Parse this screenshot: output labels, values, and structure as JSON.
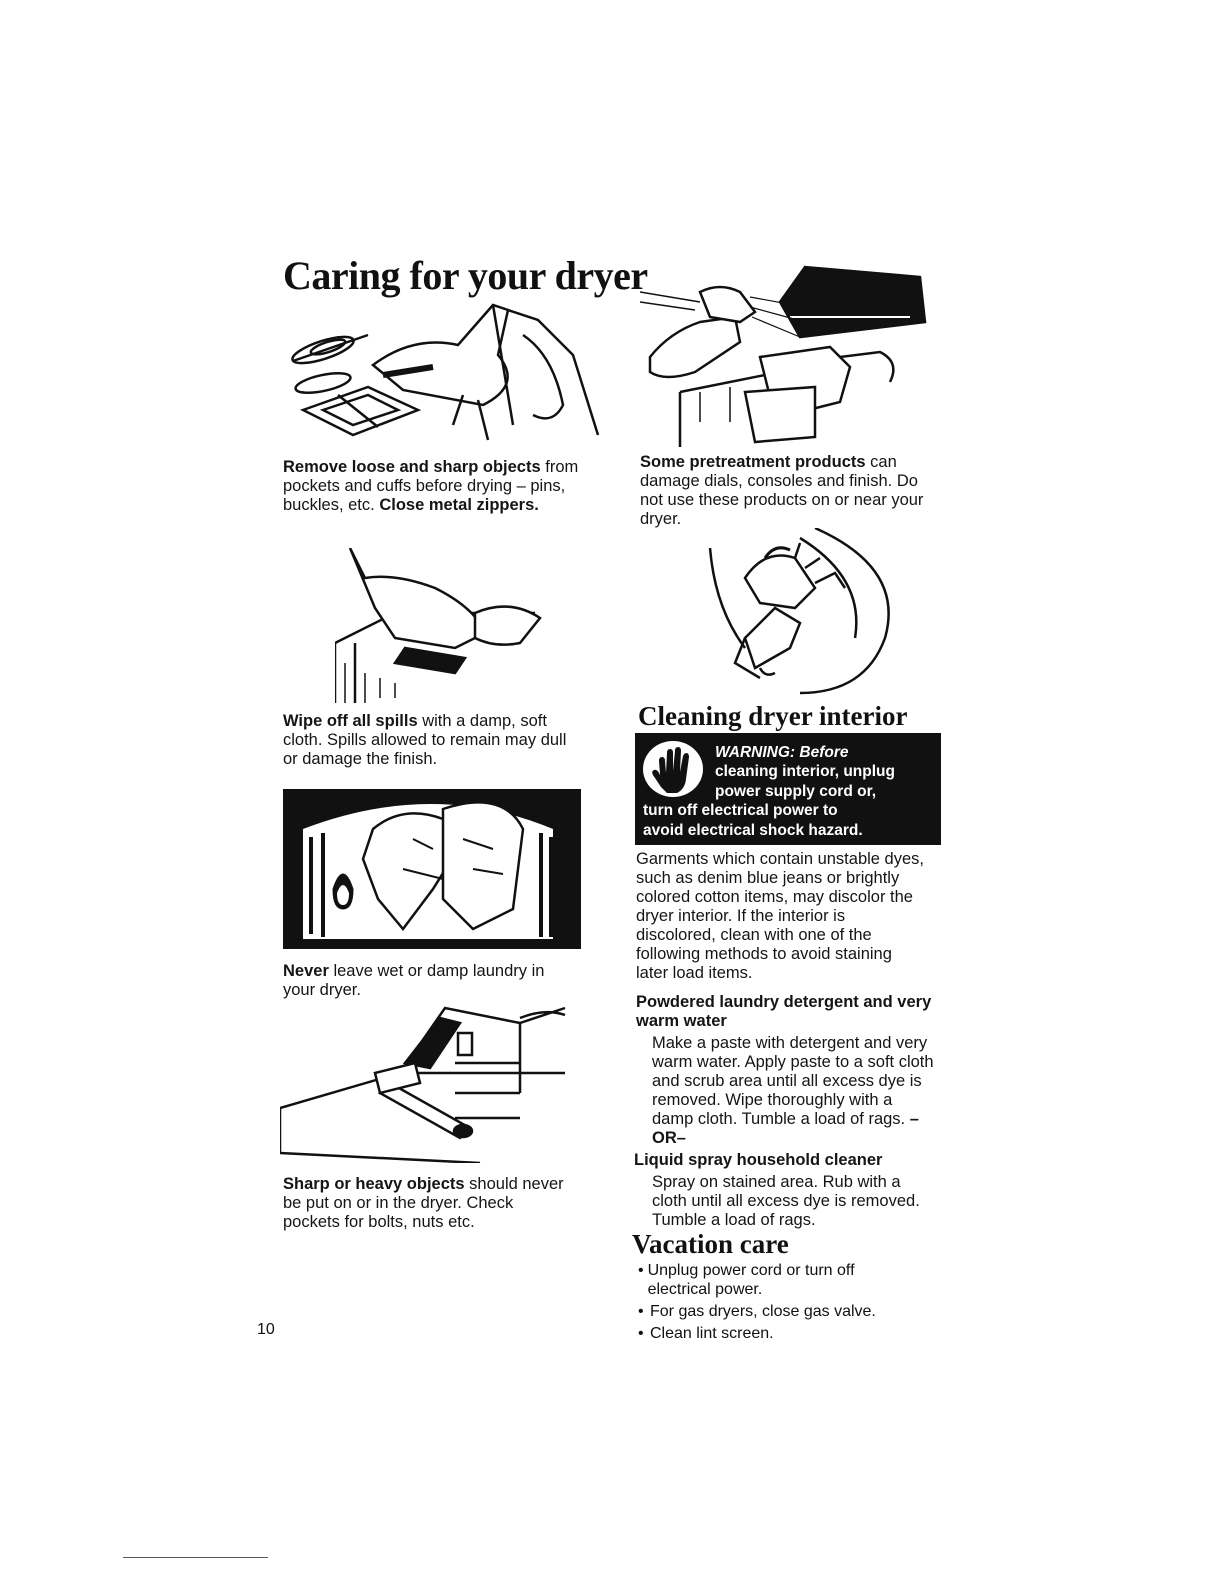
{
  "page": {
    "title": "Caring for your dryer",
    "page_number": "10"
  },
  "left": {
    "remove": {
      "bold": "Remove loose and sharp objects",
      "text": "from pockets and cuffs before drying – pins, buckles, etc.",
      "bold2": "Close metal zippers."
    },
    "wipe": {
      "bold": "Wipe off all spills",
      "text": "with a damp, soft cloth. Spills allowed to remain may dull or damage the finish."
    },
    "never": {
      "bold": "Never",
      "text": "leave wet or damp laundry in your dryer."
    },
    "sharp": {
      "bold": "Sharp or heavy objects",
      "text": "should never be put on or in the dryer. Check pockets for bolts, nuts etc."
    }
  },
  "right": {
    "pretreat": {
      "bold": "Some pretreatment products",
      "text": "can damage dials, consoles and finish. Do not use these products on or near your dryer."
    },
    "cleaning": {
      "title": "Cleaning dryer interior",
      "warning": {
        "l1": "WARNING: Before",
        "l2": "cleaning interior, unplug",
        "l3": "power supply cord or,",
        "l4": "turn off electrical power to",
        "l5": "avoid electrical shock hazard."
      },
      "intro": "Garments which contain unstable dyes, such as denim blue jeans or brightly colored cotton items, may discolor the dryer interior. If the interior is discolored, clean with one of the following methods to avoid staining later load items.",
      "method1": {
        "heading": "Powdered laundry detergent and very warm water",
        "text": "Make a paste with detergent and very warm water. Apply paste to a soft cloth and scrub area until all excess dye is removed. Wipe thoroughly with a damp cloth. Tumble a load of rags.",
        "or": "–OR–"
      },
      "method2": {
        "heading": "Liquid spray household cleaner",
        "text": "Spray on stained area. Rub with a cloth until all excess dye is removed. Tumble a load of rags."
      }
    },
    "vacation": {
      "title": "Vacation care",
      "items": [
        "Unplug power cord or turn off electrical power.",
        "For gas dryers, close gas valve.",
        "Clean lint screen."
      ]
    }
  }
}
